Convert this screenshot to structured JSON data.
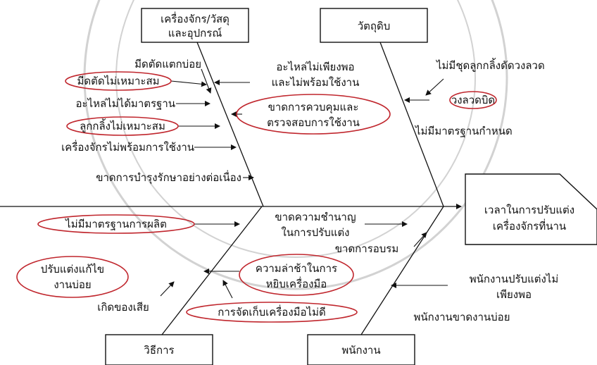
{
  "effect": {
    "line1": "เวลาในการปรับแต่ง",
    "line2": "เครื่องจักรที่นาน"
  },
  "categories": {
    "machine": {
      "line1": "เครื่องจักร/วัสดุ",
      "line2": "และอุปกรณ์"
    },
    "material": "วัตถุดิบ",
    "method": "วิธีการ",
    "man": "พนักงาน"
  },
  "causes": {
    "machine": {
      "blade_breaks": "มีดตัดแตกบ่อย",
      "blade_unsuitable": "มีดตัดไม่เหมาะสม",
      "parts_nonstandard": "อะไหล่ไม่ได้มาตรฐาน",
      "roller_unsuitable": "ลูกกลิ้งไม่เหมาะสม",
      "machine_not_ready": "เครื่องจักรไม่พร้อมการใช้งาน",
      "no_maintenance": "ขาดการบำรุงรักษาอย่างต่อเนื่อง",
      "parts_insufficient_1": "อะไหล่ไม่เพียงพอ",
      "parts_insufficient_2": "และไม่พร้อมใช้งาน",
      "lack_control_1": "ขาดการควบคุมและ",
      "lack_control_2": "ตรวจสอบการใช้งาน"
    },
    "material": {
      "no_roller_set": "ไม่มีชุดลูกกลิ้งดัดวงลวด",
      "wire_twisted": "วงลวดบิด",
      "no_standard": "ไม่มีมาตรฐานกำหนด"
    },
    "method": {
      "no_production_standard": "ไม่มีมาตรฐานการผลิต",
      "frequent_rework_1": "ปรับแต่งแก้ไข",
      "frequent_rework_2": "งานบ่อย",
      "defects": "เกิดของเสีย",
      "slow_tool_1": "ความล่าช้าในการ",
      "slow_tool_2": "หยิบเครื่องมือ",
      "poor_tool_storage": "การจัดเก็บเครื่องมือไม่ดี"
    },
    "man": {
      "lack_expertise_1": "ขาดความชำนาญ",
      "lack_expertise_2": "ในการปรับแต่ง",
      "lack_training": "ขาดการอบรม",
      "insufficient_staff_1": "พนักงานปรับแต่งไม่",
      "insufficient_staff_2": "เพียงพอ",
      "absenteeism": "พนักงานขาดงานบ่อย"
    }
  },
  "colors": {
    "line": "#111111",
    "highlight": "#c0262d",
    "watermark": "#d2d2d2"
  }
}
